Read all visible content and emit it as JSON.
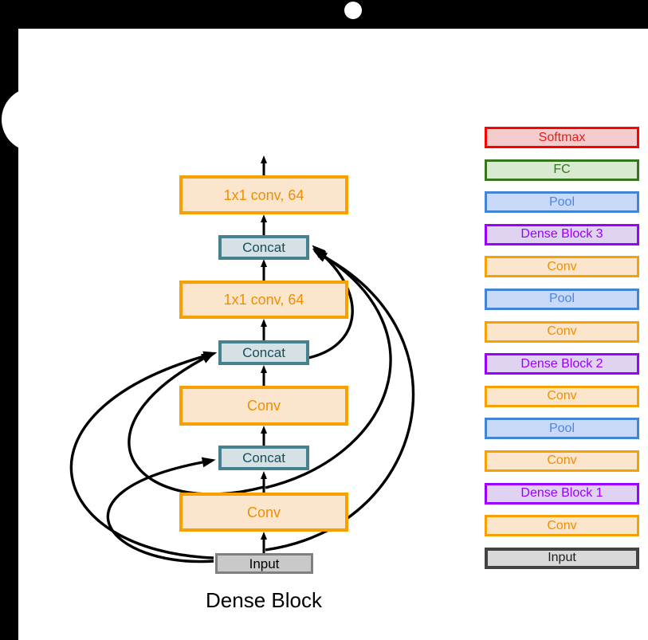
{
  "palette": {
    "orange": {
      "border": "#F6A001",
      "fill": "#FCE5CD",
      "text": "#F08E00"
    },
    "teal": {
      "border": "#45818E",
      "fill": "#D5E1E5",
      "text": "#134F5C"
    },
    "red": {
      "border": "#FF0000",
      "fill": "#F4CCCC",
      "text": "#E81C1C"
    },
    "green": {
      "border": "#38761D",
      "fill": "#D9EAD3",
      "text": "#38761D"
    },
    "blue": {
      "border": "#4285D6",
      "fill": "#C9DAF8",
      "text": "#4A86E8"
    },
    "purple": {
      "border": "#9900FF",
      "fill": "#E0D3F1",
      "text": "#9900FF"
    },
    "grayDark": {
      "border": "#434343",
      "fill": "#D9D9D9",
      "text": "#1F1F1F"
    },
    "gray": {
      "border": "#808080",
      "fill": "#C9C9C9",
      "text": "#000000"
    },
    "arrow": "#000000",
    "slide_background": "#000000",
    "content_background": "#FFFFFF"
  },
  "diagram": {
    "title": "Dense Block",
    "blocks": [
      {
        "label": "1x1 conv, 64",
        "scheme": "orange"
      },
      {
        "label": "Concat",
        "scheme": "teal"
      },
      {
        "label": "1x1 conv, 64",
        "scheme": "orange"
      },
      {
        "label": "Concat",
        "scheme": "teal"
      },
      {
        "label": "Conv",
        "scheme": "orange"
      },
      {
        "label": "Concat",
        "scheme": "teal"
      },
      {
        "label": "Conv",
        "scheme": "orange"
      },
      {
        "label": "Input",
        "scheme": "gray"
      }
    ]
  },
  "legend": {
    "items": [
      {
        "label": "Softmax",
        "scheme": "red"
      },
      {
        "label": "FC",
        "scheme": "green"
      },
      {
        "label": "Pool",
        "scheme": "blue"
      },
      {
        "label": "Dense Block 3",
        "scheme": "purple"
      },
      {
        "label": "Conv",
        "scheme": "orange"
      },
      {
        "label": "Pool",
        "scheme": "blue"
      },
      {
        "label": "Conv",
        "scheme": "orange"
      },
      {
        "label": "Dense Block 2",
        "scheme": "purple"
      },
      {
        "label": "Conv",
        "scheme": "orange"
      },
      {
        "label": "Pool",
        "scheme": "blue"
      },
      {
        "label": "Conv",
        "scheme": "orange"
      },
      {
        "label": "Dense Block 1",
        "scheme": "purple"
      },
      {
        "label": "Conv",
        "scheme": "orange"
      },
      {
        "label": "Input",
        "scheme": "grayDark"
      }
    ]
  }
}
